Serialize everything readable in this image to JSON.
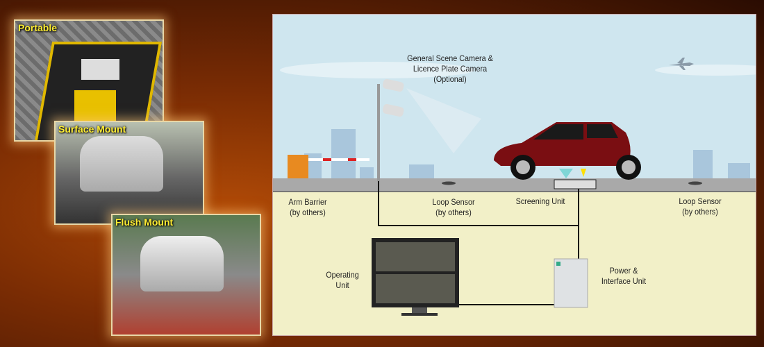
{
  "photos": [
    {
      "label": "Portable"
    },
    {
      "label": "Surface Mount"
    },
    {
      "label": "Flush Mount"
    }
  ],
  "diagram": {
    "camera_label": [
      "General Scene Camera &",
      "Licence Plate Camera",
      "(Optional)"
    ],
    "arm_barrier": [
      "Arm Barrier",
      "(by others)"
    ],
    "loop_sensor_left": [
      "Loop Sensor",
      "(by others)"
    ],
    "screening_unit": "Screening Unit",
    "loop_sensor_right": [
      "Loop Sensor",
      "(by others)"
    ],
    "operating_unit": [
      "Operating",
      "Unit"
    ],
    "power_unit": [
      "Power &",
      "Interface Unit"
    ]
  },
  "colors": {
    "sky": "#cfe6ef",
    "ground": "#f2f0c8",
    "road": "#a9a9a9",
    "car": "#7a0e12",
    "label": "#ffee33"
  }
}
